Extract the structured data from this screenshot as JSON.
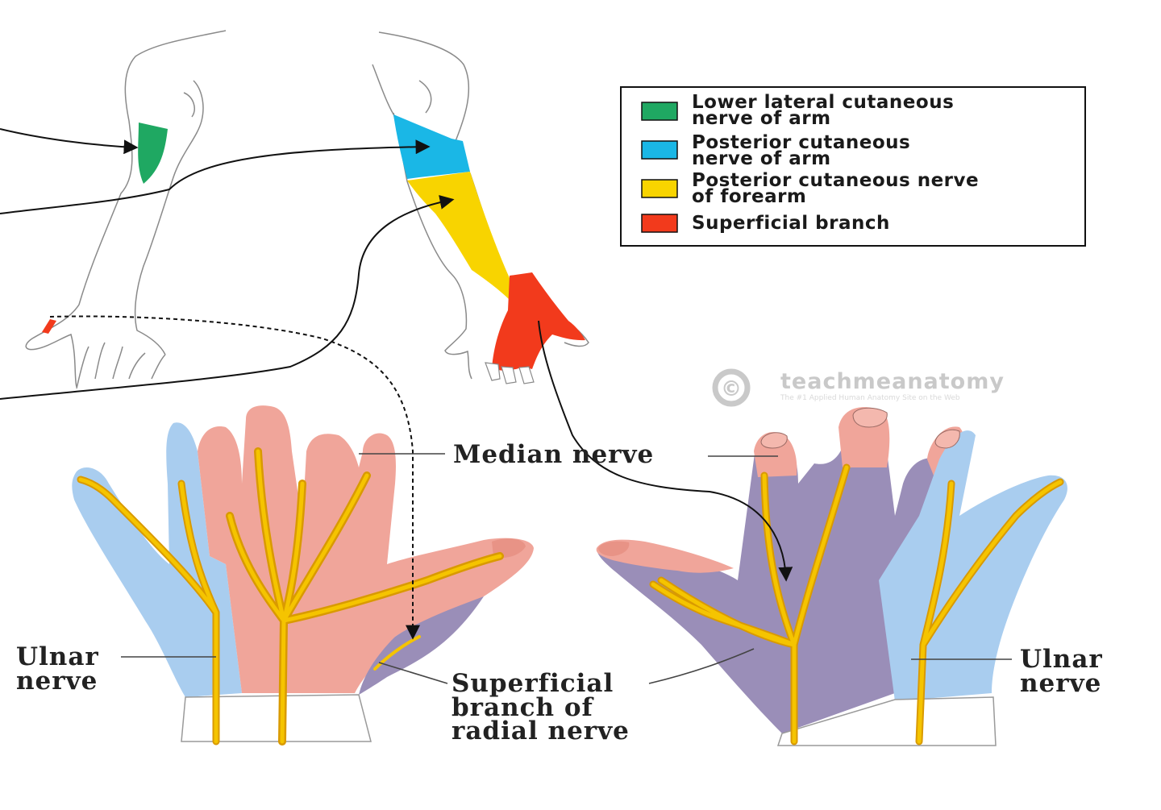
{
  "legend": {
    "items": [
      {
        "line1": "Lower lateral cutaneous",
        "line2": "nerve of arm",
        "color": "#1fa862"
      },
      {
        "line1": "Posterior cutaneous",
        "line2": "nerve of arm",
        "color": "#1ab7e6"
      },
      {
        "line1": "Posterior cutaneous nerve",
        "line2": "of forearm",
        "color": "#f8d400"
      },
      {
        "line1": "Superficial branch",
        "line2": "",
        "color": "#f23a1c"
      }
    ]
  },
  "watermark": {
    "brand": "teachmeanatomy",
    "tagline": "The #1 Applied Human Anatomy Site on the Web",
    "symbol": "©"
  },
  "labels": {
    "median": "Median nerve",
    "ulnar_left_1": "Ulnar",
    "ulnar_left_2": "nerve",
    "ulnar_right_1": "Ulnar",
    "ulnar_right_2": "nerve",
    "radial_1": "Superficial",
    "radial_2": "branch of",
    "radial_3": "radial nerve"
  },
  "colors": {
    "median_region": "#f0a59a",
    "ulnar_region": "#a9cdef",
    "radial_region": "#9a8eb8",
    "nerve": "#f5c400"
  }
}
